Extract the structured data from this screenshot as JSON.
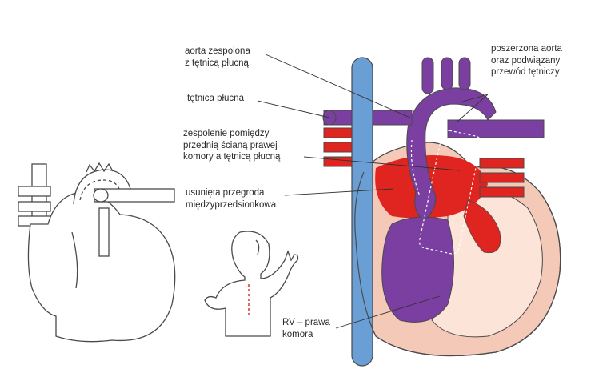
{
  "labels": {
    "aorta_anastomosis": [
      "aorta zespolona",
      "z tętnicą płucną"
    ],
    "pulmonary_artery": [
      "tętnica płucna"
    ],
    "rv_pa_connection": [
      "zespolenie pomiędzy",
      "przednią ścianą prawej",
      "komory a tętnicą płucną"
    ],
    "removed_septum": [
      "usunięta przegroda",
      "międzyprzedsionkowa"
    ],
    "enlarged_aorta": [
      "poszerzona aorta",
      "oraz podwiązany",
      "przewód tętniczy"
    ],
    "right_ventricle": [
      "RV – prawa",
      "komora"
    ]
  },
  "colors": {
    "blue_vessel": "#6a9fd6",
    "purple": "#7a3fa0",
    "red": "#e0241f",
    "pink_tissue": "#f4c9b8",
    "outline": "#4a4a4a"
  },
  "icons": [
    "heart-outline-illustration",
    "child-scar-illustration",
    "heart-cross-section-illustration"
  ]
}
